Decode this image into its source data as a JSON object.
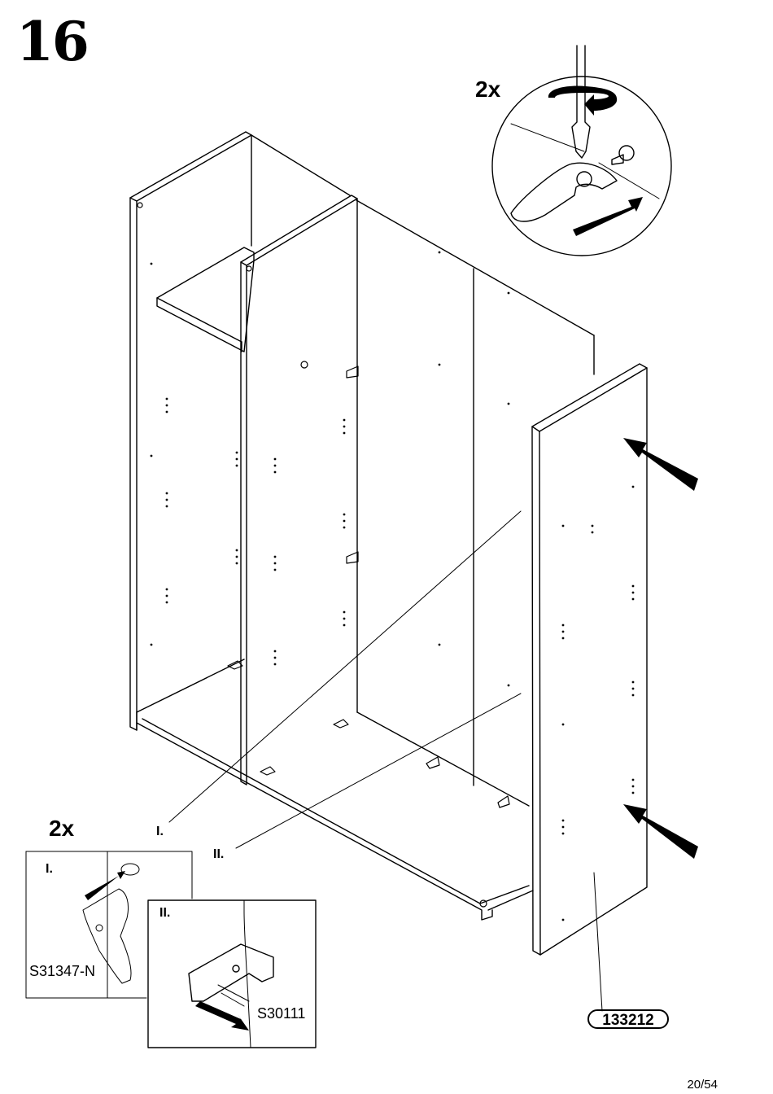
{
  "step": {
    "number": "16"
  },
  "detail_top": {
    "quantity": "2x"
  },
  "detail_bottom": {
    "quantity": "2x",
    "panel_i": {
      "label": "I.",
      "part_code": "S31347-N"
    },
    "panel_ii": {
      "label": "II.",
      "part_code": "S30111"
    }
  },
  "callouts": {
    "i": "I.",
    "ii": "II."
  },
  "part_badge": {
    "code": "133212"
  },
  "page": {
    "number": "20/54"
  }
}
